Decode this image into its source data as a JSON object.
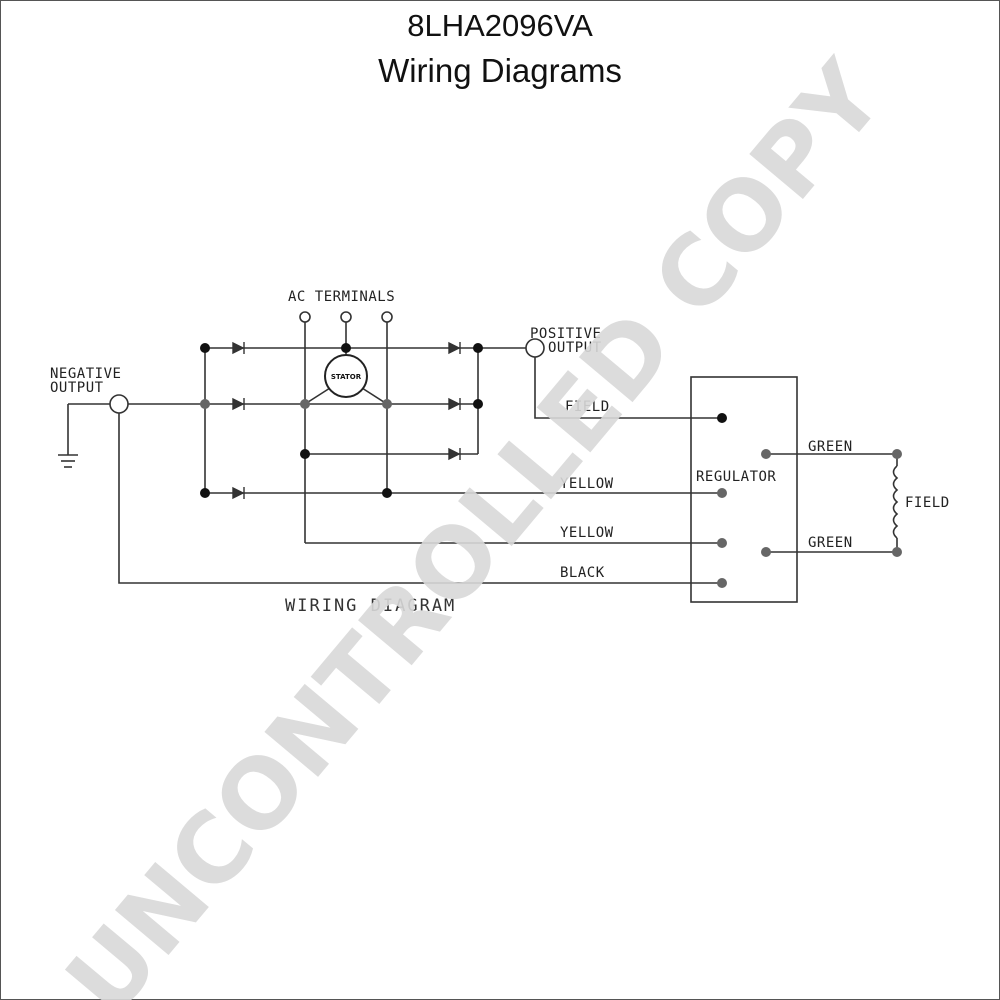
{
  "header": {
    "model": "8LHA2096VA",
    "title": "Wiring Diagrams"
  },
  "diagram": {
    "ac_terminals": "AC TERMINALS",
    "negative_output_line1": "NEGATIVE",
    "negative_output_line2": "OUTPUT",
    "positive_output_line1": "POSITIVE",
    "positive_output_line2": "OUTPUT",
    "stator": "STATOR",
    "field_wire": "FIELD",
    "regulator": "REGULATOR",
    "yellow_1": "YELLOW",
    "yellow_2": "YELLOW",
    "black": "BLACK",
    "green_1": "GREEN",
    "green_2": "GREEN",
    "field_coil": "FIELD",
    "caption": "WIRING DIAGRAM"
  },
  "watermark": {
    "text": "UNCONTROLLED COPY",
    "color": "#d9d9d9"
  }
}
